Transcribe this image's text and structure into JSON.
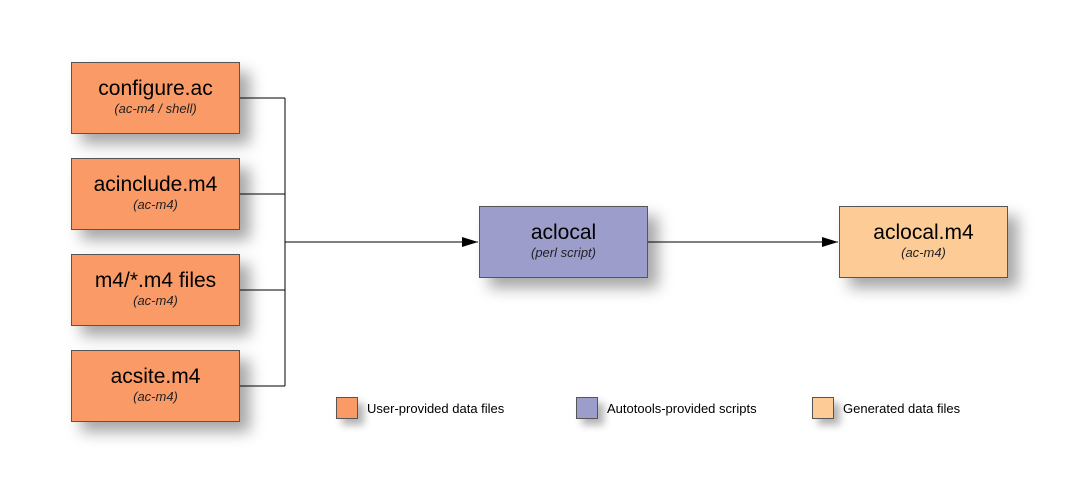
{
  "inputs": [
    {
      "title": "configure.ac",
      "subtitle": "(ac-m4 / shell)"
    },
    {
      "title": "acinclude.m4",
      "subtitle": "(ac-m4)"
    },
    {
      "title": "m4/*.m4 files",
      "subtitle": "(ac-m4)"
    },
    {
      "title": "acsite.m4",
      "subtitle": "(ac-m4)"
    }
  ],
  "process": {
    "title": "aclocal",
    "subtitle": "(perl script)"
  },
  "output": {
    "title": "aclocal.m4",
    "subtitle": "(ac-m4)"
  },
  "legend": [
    {
      "label": "User-provided data files",
      "color": "#fa9a66"
    },
    {
      "label": "Autotools-provided scripts",
      "color": "#9d9dcc"
    },
    {
      "label": "Generated data files",
      "color": "#fdcb96"
    }
  ],
  "colors": {
    "user": "#fa9a66",
    "script": "#9d9dcc",
    "generated": "#fdcb96",
    "line": "#000000"
  }
}
